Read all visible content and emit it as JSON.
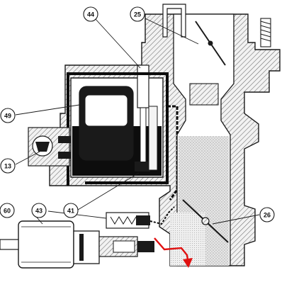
{
  "diagram": {
    "callouts": [
      {
        "id": "44",
        "label": "44"
      },
      {
        "id": "25",
        "label": "25"
      },
      {
        "id": "49",
        "label": "49"
      },
      {
        "id": "13",
        "label": "13"
      },
      {
        "id": "60",
        "label": "60"
      },
      {
        "id": "43",
        "label": "43"
      },
      {
        "id": "41",
        "label": "41"
      },
      {
        "id": "26",
        "label": "26"
      }
    ],
    "colors": {
      "line": "#1a1a1a",
      "hatch": "#555555",
      "fuel": "#0d0d0d",
      "stipple": "#bdbdbd",
      "flow_arrow": "#e01010"
    }
  }
}
